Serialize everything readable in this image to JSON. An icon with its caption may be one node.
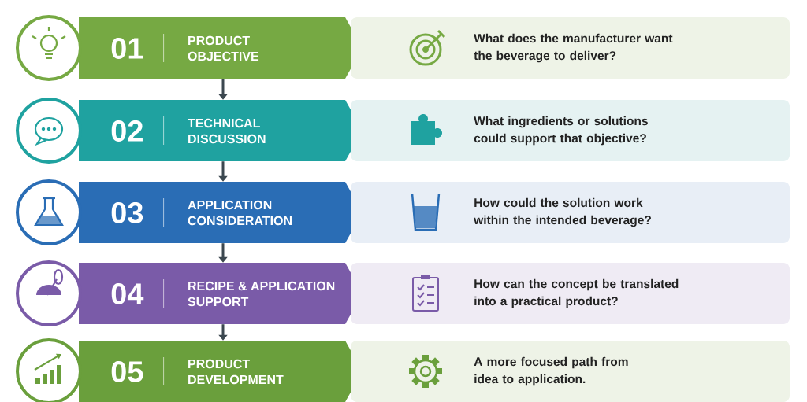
{
  "diagram": {
    "nodes": [
      {
        "text": [
          "01",
          "PRODUCT OBJECTIVE"
        ]
      },
      {
        "text": [
          "What does the manufacturer want the beverage to deliver?"
        ]
      },
      {
        "text": [
          "02",
          "TECHNICAL DISCUSSION"
        ]
      },
      {
        "text": [
          "What ingredients or solutions could support that objective?"
        ]
      },
      {
        "text": [
          "03",
          "APPLICATION CONSIDERATION"
        ]
      },
      {
        "text": [
          "How could the solution work within the intended beverage?"
        ]
      },
      {
        "text": [
          "04",
          "RECIPE & APPLICATION SUPPORT"
        ]
      },
      {
        "text": [
          "How can the concept be translated into a practical product?"
        ]
      },
      {
        "text": [
          "05",
          "PRODUCT DEVELOPMENT"
        ]
      },
      {
        "text": [
          "A more focused path from idea to application."
        ]
      }
    ],
    "edges": [
      {
        "from": 0,
        "to": 2,
        "arrow": "to"
      },
      {
        "from": 2,
        "to": 4,
        "arrow": "to"
      },
      {
        "from": 4,
        "to": 6,
        "arrow": "to"
      },
      {
        "from": 6,
        "to": 8,
        "arrow": "to"
      }
    ]
  }
}
